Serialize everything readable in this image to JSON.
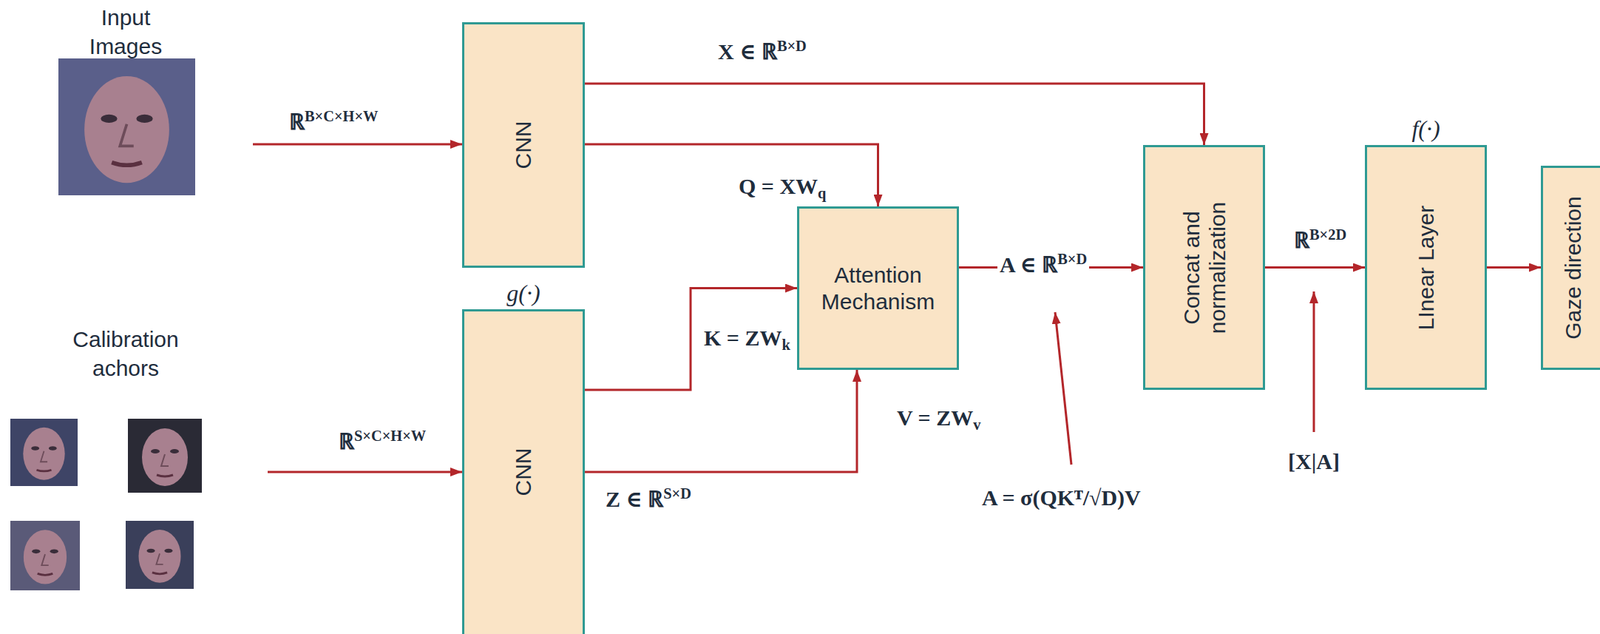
{
  "diagram": {
    "nodes": [
      {
        "text": [
          "CNN"
        ]
      },
      {
        "text": [
          "g(·)",
          "CNN"
        ]
      },
      {
        "text": [
          "Attention Mechanism"
        ]
      },
      {
        "text": [
          "Concat and normalization"
        ]
      },
      {
        "text": [
          "f(·)",
          "LInear Layer"
        ]
      },
      {
        "text": [
          "Gaze direction"
        ]
      }
    ],
    "edges": [
      {
        "from": 0,
        "to": 3,
        "label": "X ∈ ℝB×D",
        "arrow": "to"
      },
      {
        "from": 0,
        "to": 2,
        "label": "Q = XWq",
        "arrow": "to"
      },
      {
        "from": 1,
        "to": 2,
        "label": "K = ZWk",
        "arrow": "to"
      },
      {
        "from": 1,
        "to": 2,
        "label": "V = ZWv",
        "arrow": "to"
      },
      {
        "from": 2,
        "to": 3,
        "label": "A ∈ ℝB×D",
        "arrow": "to"
      },
      {
        "from": 3,
        "to": 4,
        "label": "ℝB×2D",
        "arrow": "to"
      },
      {
        "from": 4,
        "to": 5,
        "arrow": "to"
      }
    ],
    "labels": [
      "Input Images",
      "Calibration achors",
      "ℝB×C×H×W",
      "ℝS×C×H×W",
      "Z ∈ ℝS×D",
      "A = σ(QKᵀ/√D)V",
      "[X|A]"
    ]
  }
}
